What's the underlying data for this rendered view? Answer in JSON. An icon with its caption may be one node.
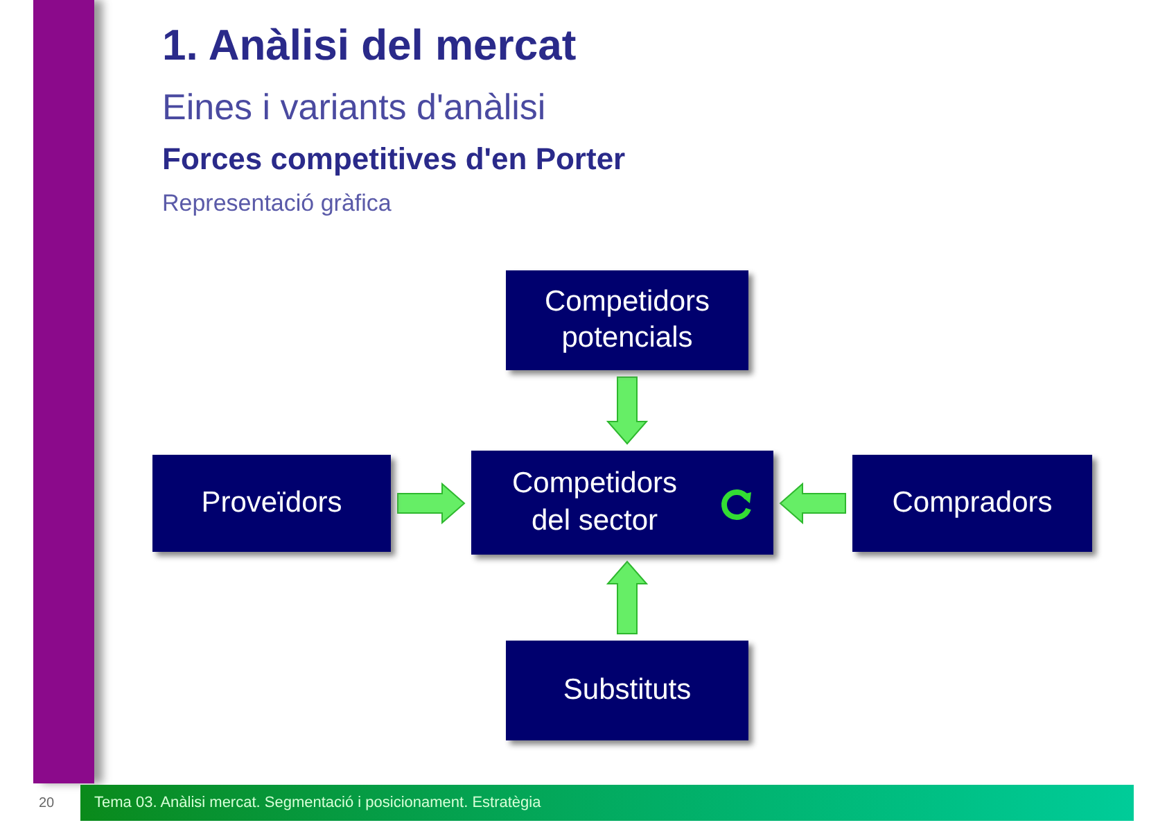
{
  "diagram": {
    "title": "1. Anàlisi del mercat",
    "nodes": [
      {
        "text": [
          "Competidors potencials"
        ]
      },
      {
        "text": [
          "Proveïdors"
        ]
      },
      {
        "text": [
          "Competidors del sector"
        ]
      },
      {
        "text": [
          "Compradors"
        ]
      },
      {
        "text": [
          "Substituts"
        ]
      }
    ],
    "edges": [
      {
        "from": 0,
        "to": 2,
        "arrow": "to"
      },
      {
        "from": 1,
        "to": 2,
        "arrow": "to"
      },
      {
        "from": 3,
        "to": 2,
        "arrow": "to"
      },
      {
        "from": 4,
        "to": 2,
        "arrow": "to"
      }
    ],
    "labels": [
      "Eines i variants d'anàlisi",
      "Forces competitives d'en Porter",
      "Representació gràfica",
      "20",
      "Tema 03. Anàlisi mercat. Segmentació i posicionament. Estratègia"
    ]
  }
}
